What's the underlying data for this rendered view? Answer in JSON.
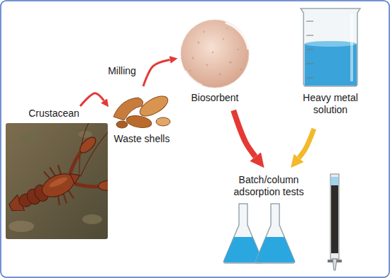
{
  "diagram": {
    "nodes": [
      {
        "text": [
          "Crustacean"
        ]
      },
      {
        "text": [
          "Waste shells"
        ]
      },
      {
        "text": [
          "Biosorbent"
        ]
      },
      {
        "text": [
          "Heavy metal solution"
        ]
      },
      {
        "text": [
          "Batch/column adsorption tests"
        ]
      }
    ],
    "edges": [
      {
        "from": 0,
        "to": 1,
        "arrow": "to"
      },
      {
        "from": 1,
        "to": 2,
        "label": "Milling",
        "arrow": "to"
      },
      {
        "from": 2,
        "to": 4,
        "arrow": "to"
      },
      {
        "from": 3,
        "to": 4,
        "arrow": "to"
      }
    ]
  }
}
